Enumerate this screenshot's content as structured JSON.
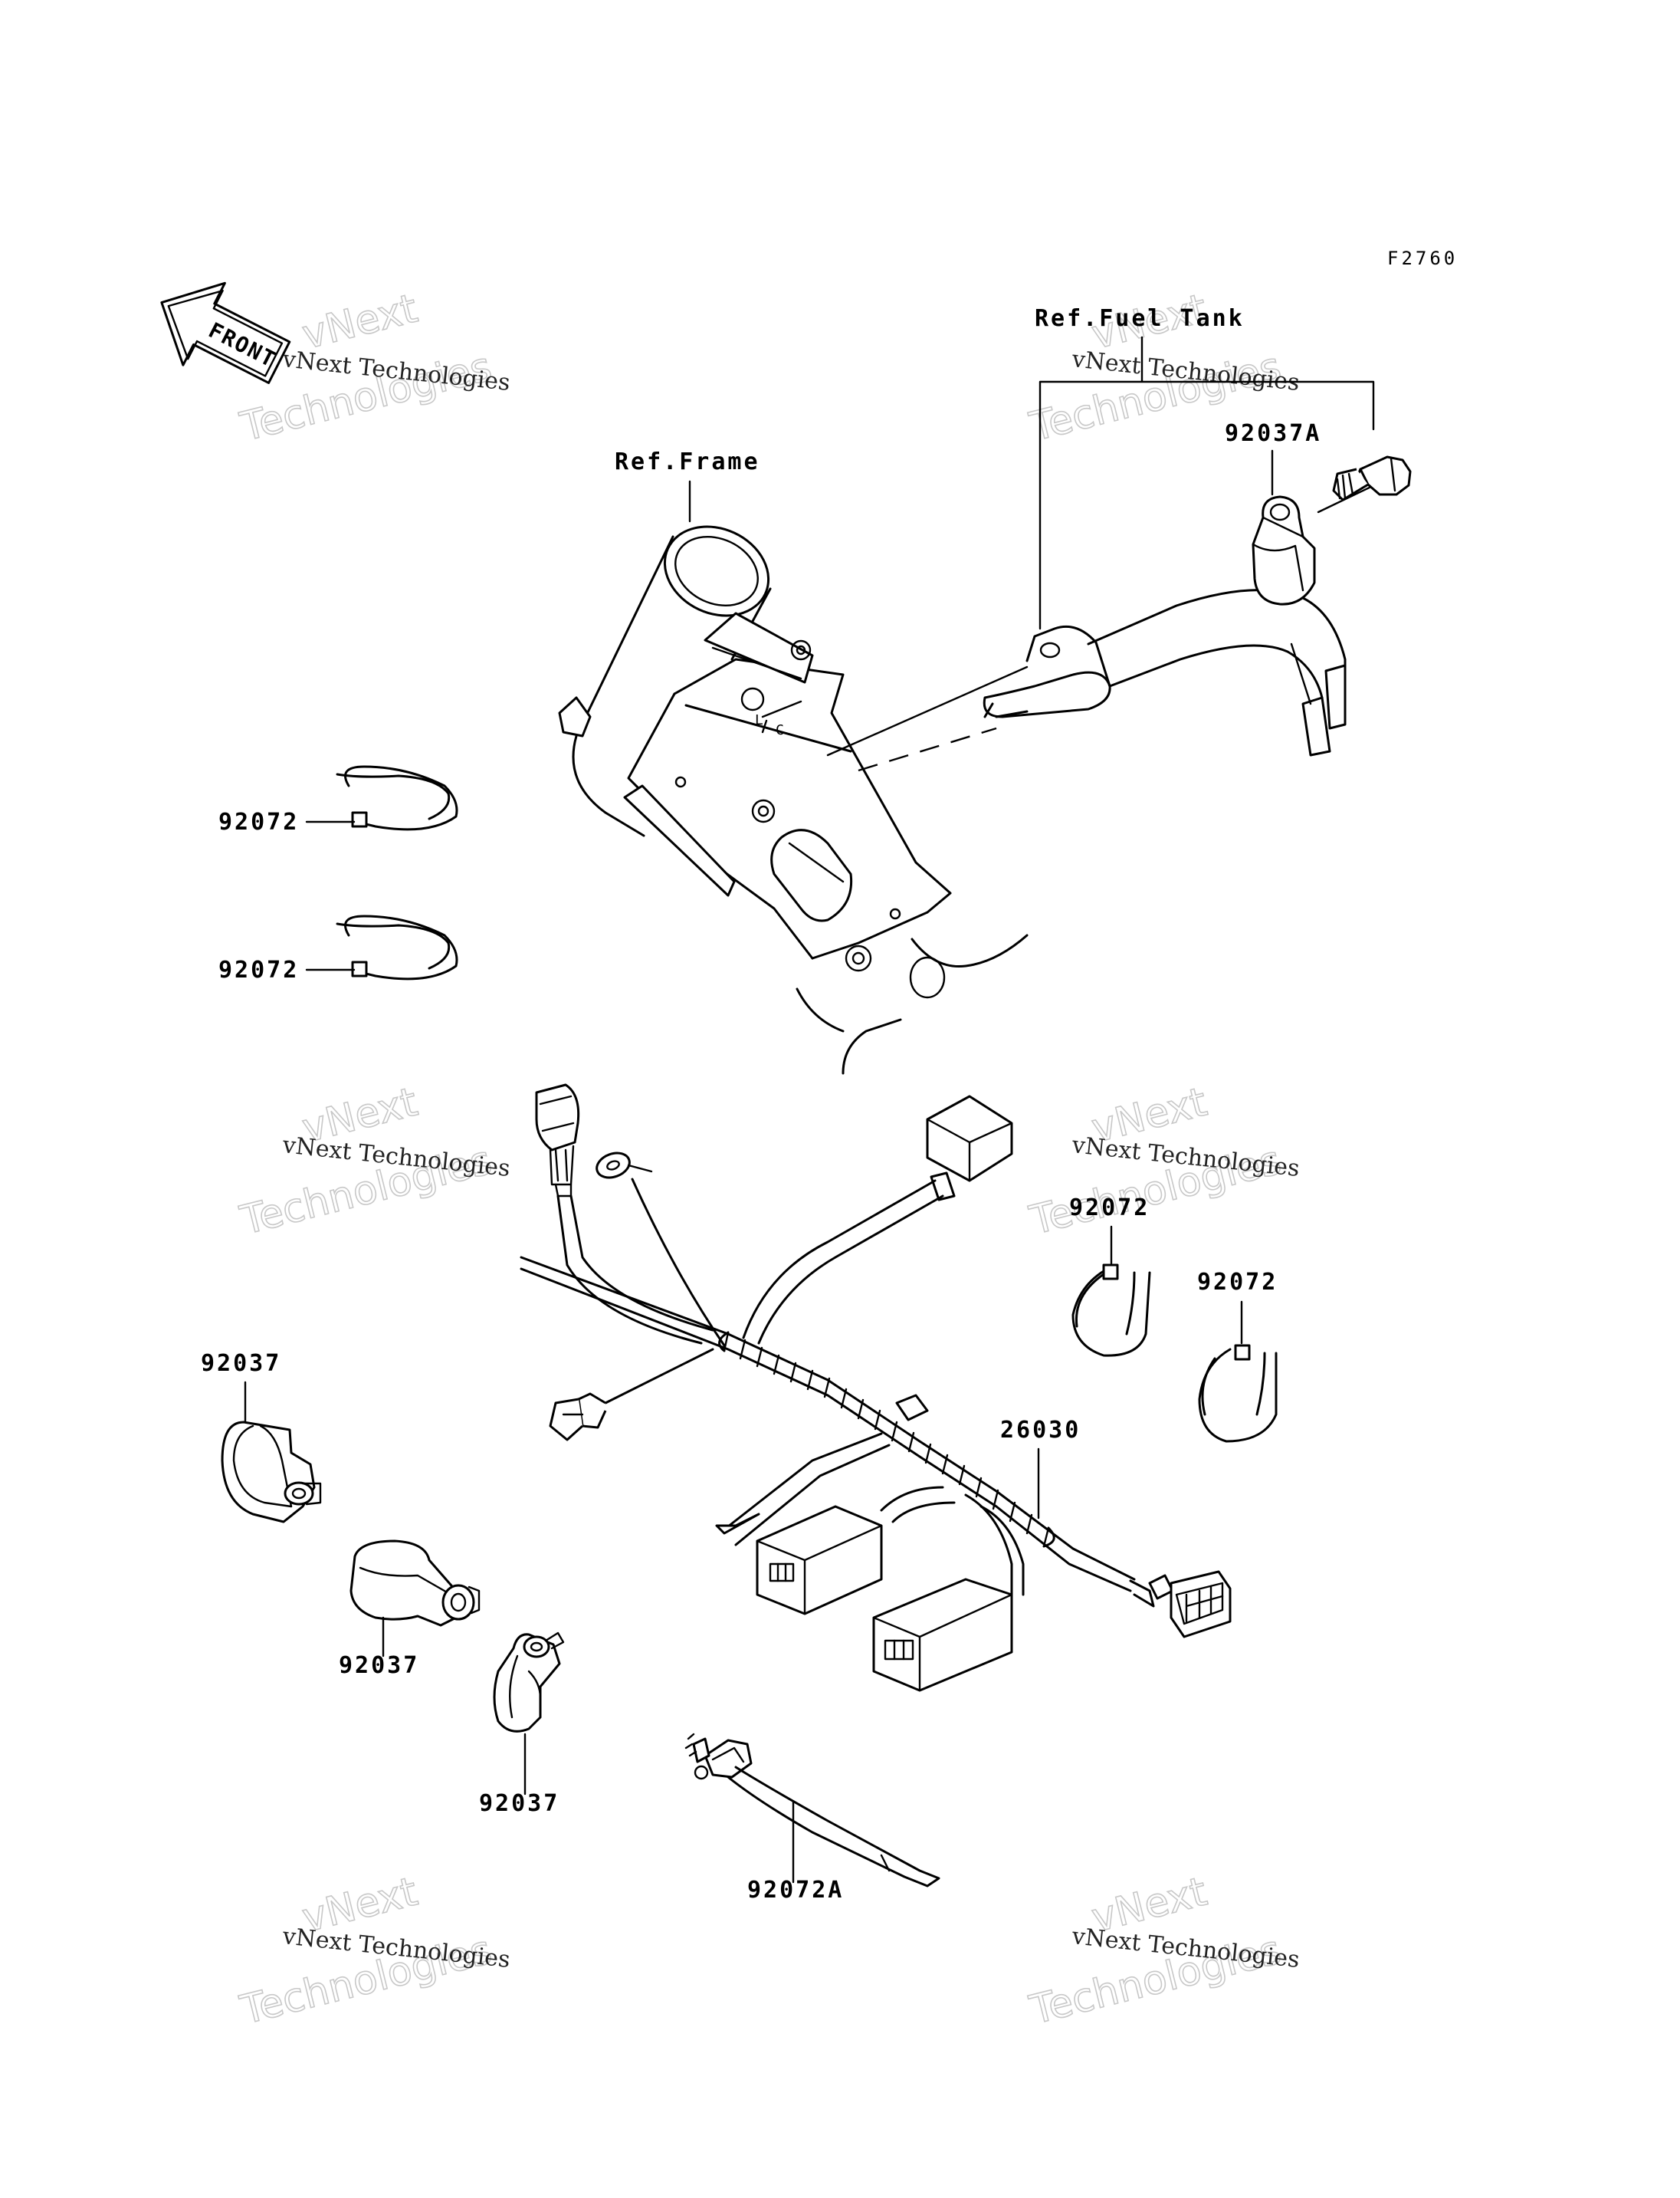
{
  "figure_code": "F2760",
  "front_arrow_label": "FRONT",
  "references": {
    "fuel_tank": "Ref.Fuel Tank",
    "frame": "Ref.Frame"
  },
  "parts": [
    {
      "id": "label-92037A",
      "number": "92037A"
    },
    {
      "id": "label-92072-top",
      "number": "92072"
    },
    {
      "id": "label-92072-mid",
      "number": "92072"
    },
    {
      "id": "label-92072-right-a",
      "number": "92072"
    },
    {
      "id": "label-92072-right-b",
      "number": "92072"
    },
    {
      "id": "label-92037-left",
      "number": "92037"
    },
    {
      "id": "label-92037-mid",
      "number": "92037"
    },
    {
      "id": "label-92037-low",
      "number": "92037"
    },
    {
      "id": "label-26030",
      "number": "26030"
    },
    {
      "id": "label-92072A",
      "number": "92072A"
    }
  ],
  "watermark": {
    "line1": "vNext Technologies",
    "line2": "vNext",
    "line3": "Technologies"
  }
}
